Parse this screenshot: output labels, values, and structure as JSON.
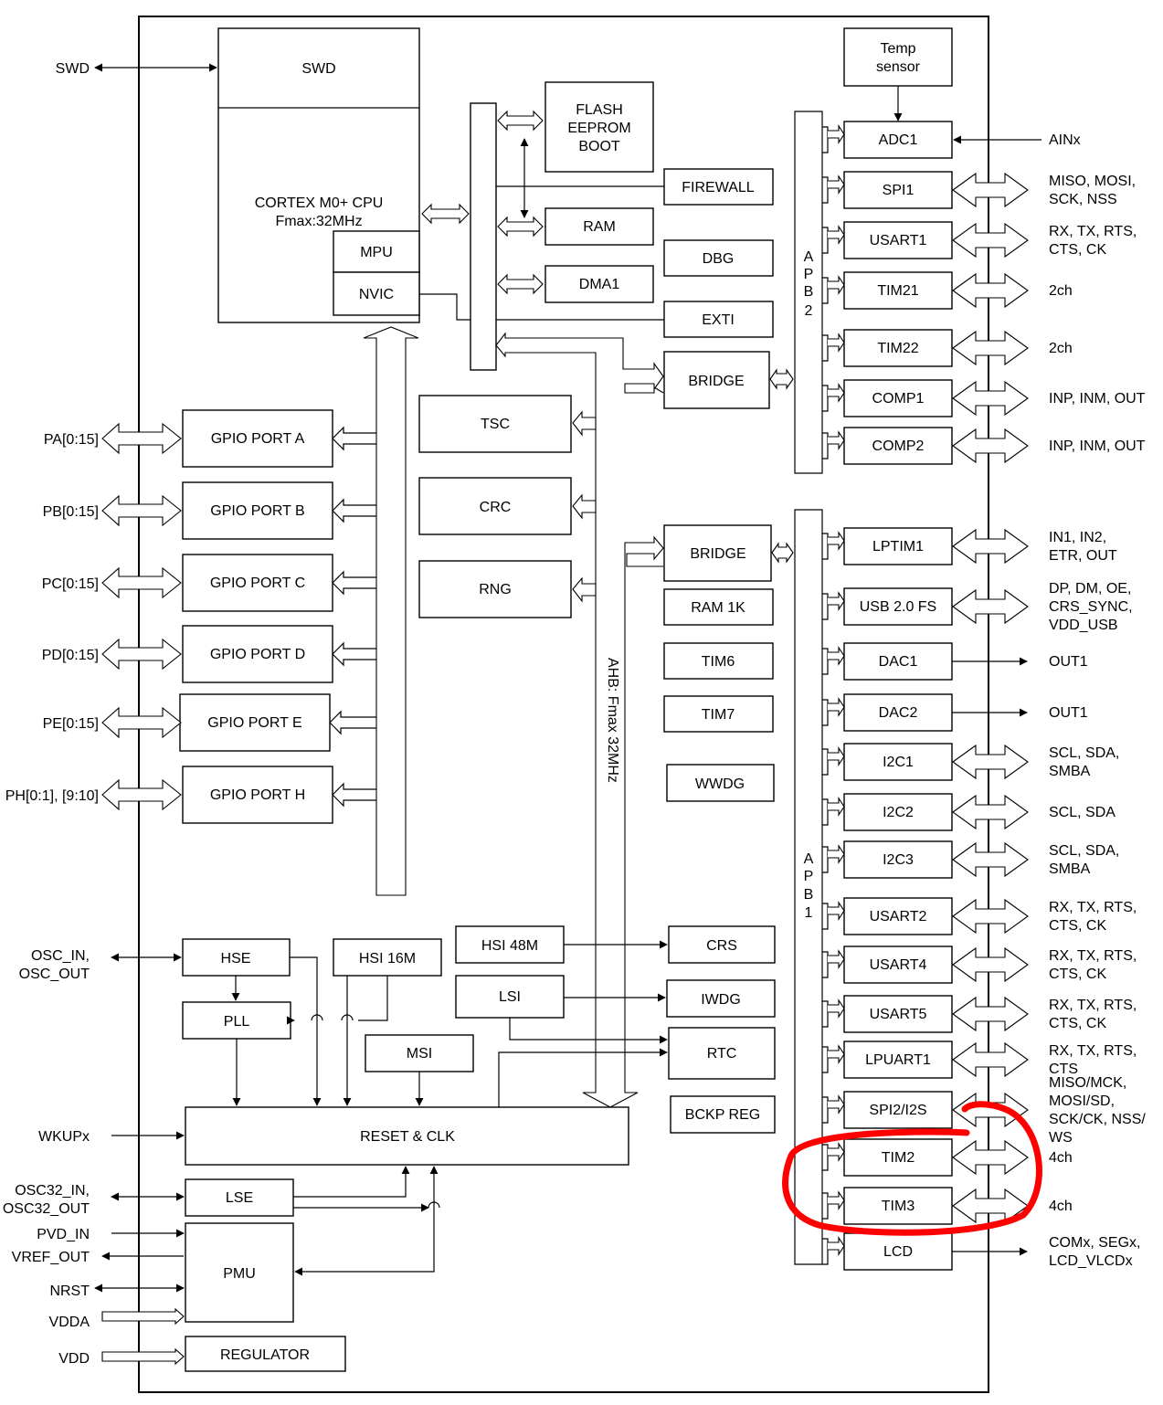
{
  "blocks": {
    "swd": "SWD",
    "cpu_l1": "CORTEX M0+ CPU",
    "cpu_l2": "Fmax:32MHz",
    "mpu": "MPU",
    "nvic": "NVIC",
    "flash_l1": "FLASH",
    "flash_l2": "EEPROM",
    "flash_l3": "BOOT",
    "ram": "RAM",
    "dma1": "DMA1",
    "firewall": "FIREWALL",
    "dbg": "DBG",
    "exti": "EXTI",
    "bridge_apb2": "BRIDGE",
    "bridge_apb1": "BRIDGE",
    "temp_l1": "Temp",
    "temp_l2": "sensor",
    "tsc": "TSC",
    "crc": "CRC",
    "rng": "RNG",
    "ram1k": "RAM 1K",
    "tim6": "TIM6",
    "tim7": "TIM7",
    "wwdg": "WWDG",
    "gpio_a": "GPIO PORT A",
    "gpio_b": "GPIO PORT B",
    "gpio_c": "GPIO PORT C",
    "gpio_d": "GPIO PORT D",
    "gpio_e": "GPIO PORT E",
    "gpio_h": "GPIO PORT H",
    "hse": "HSE",
    "hsi16": "HSI 16M",
    "pll": "PLL",
    "msi": "MSI",
    "hsi48": "HSI 48M",
    "lsi": "LSI",
    "crs": "CRS",
    "iwdg": "IWDG",
    "rtc": "RTC",
    "bckp": "BCKP REG",
    "reset_clk": "RESET & CLK",
    "lse": "LSE",
    "pmu": "PMU",
    "regulator": "REGULATOR"
  },
  "bus_labels": {
    "ahb": "AHB: Fmax 32MHz",
    "apb2": [
      "A",
      "P",
      "B",
      "2"
    ],
    "apb1": [
      "A",
      "P",
      "B",
      "1"
    ]
  },
  "peripherals_apb2": [
    {
      "label": "ADC1",
      "signals": [
        "AINx"
      ]
    },
    {
      "label": "SPI1",
      "signals": [
        "MISO, MOSI,",
        "SCK, NSS"
      ]
    },
    {
      "label": "USART1",
      "signals": [
        "RX, TX, RTS,",
        "CTS, CK"
      ]
    },
    {
      "label": "TIM21",
      "signals": [
        "2ch"
      ]
    },
    {
      "label": "TIM22",
      "signals": [
        "2ch"
      ]
    },
    {
      "label": "COMP1",
      "signals": [
        "INP, INM, OUT"
      ]
    },
    {
      "label": "COMP2",
      "signals": [
        "INP, INM, OUT"
      ]
    }
  ],
  "peripherals_apb1": [
    {
      "label": "LPTIM1",
      "signals": [
        "IN1, IN2,",
        "ETR, OUT"
      ]
    },
    {
      "label": "USB 2.0 FS",
      "signals": [
        "DP, DM, OE,",
        "CRS_SYNC,",
        "VDD_USB"
      ]
    },
    {
      "label": "DAC1",
      "signals": [
        "OUT1"
      ]
    },
    {
      "label": "DAC2",
      "signals": [
        "OUT1"
      ]
    },
    {
      "label": "I2C1",
      "signals": [
        "SCL, SDA,",
        "SMBA"
      ]
    },
    {
      "label": "I2C2",
      "signals": [
        "SCL, SDA"
      ]
    },
    {
      "label": "I2C3",
      "signals": [
        "SCL, SDA,",
        "SMBA"
      ]
    },
    {
      "label": "USART2",
      "signals": [
        "RX, TX, RTS,",
        "CTS, CK"
      ]
    },
    {
      "label": "USART4",
      "signals": [
        "RX, TX, RTS,",
        "CTS, CK"
      ]
    },
    {
      "label": "USART5",
      "signals": [
        "RX, TX, RTS,",
        "CTS, CK"
      ]
    },
    {
      "label": "LPUART1",
      "signals": [
        "RX, TX, RTS,",
        "CTS"
      ]
    },
    {
      "label": "SPI2/I2S",
      "signals": [
        "MISO/MCK,",
        "MOSI/SD,",
        "SCK/CK, NSS/",
        "WS"
      ]
    },
    {
      "label": "TIM2",
      "signals": [
        "4ch"
      ]
    },
    {
      "label": "TIM3",
      "signals": [
        "4ch"
      ]
    },
    {
      "label": "LCD",
      "signals": [
        "COMx, SEGx,",
        "LCD_VLCDx"
      ]
    }
  ],
  "external_pins": {
    "swd": "SWD",
    "pa": "PA[0:15]",
    "pb": "PB[0:15]",
    "pc": "PC[0:15]",
    "pd": "PD[0:15]",
    "pe": "PE[0:15]",
    "ph": "PH[0:1], [9:10]",
    "osc_1": "OSC_IN,",
    "osc_2": "OSC_OUT",
    "wkup": "WKUPx",
    "osc32_1": "OSC32_IN,",
    "osc32_2": "OSC32_OUT",
    "pvd": "PVD_IN",
    "vref": "VREF_OUT",
    "nrst": "NRST",
    "vdda": "VDDA",
    "vdd": "VDD"
  },
  "annotation": {
    "color": "#ff0000",
    "description_target": [
      "TIM2",
      "TIM3"
    ]
  }
}
